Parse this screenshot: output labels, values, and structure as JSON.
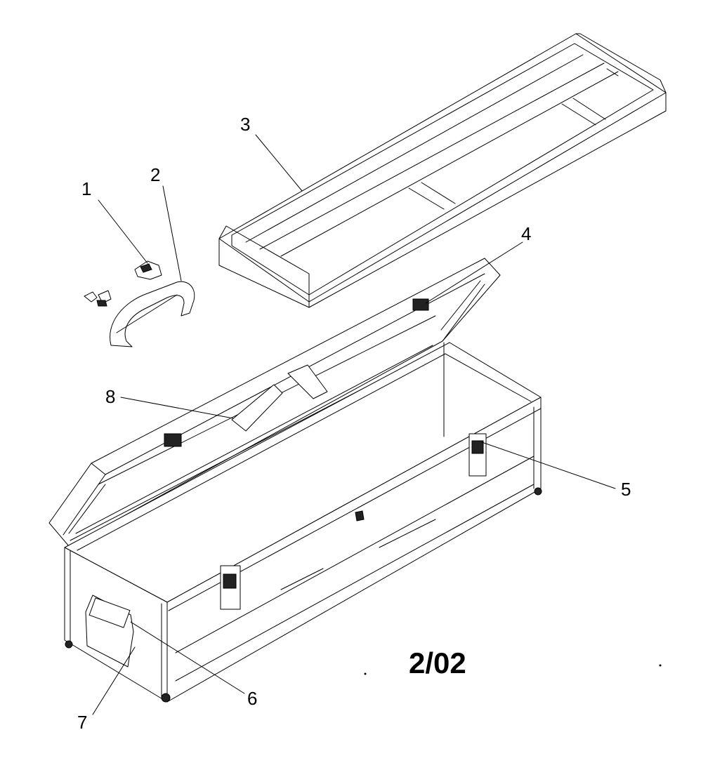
{
  "callouts": {
    "c1": "1",
    "c2": "2",
    "c3": "3",
    "c4": "4",
    "c5": "5",
    "c6": "6",
    "c7": "7",
    "c8": "8"
  },
  "date_label": "2/02"
}
